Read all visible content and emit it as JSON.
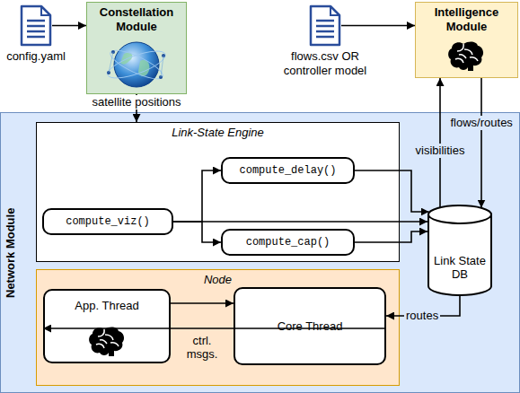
{
  "diagram": {
    "nodes": [
      {
        "text": [
          "config.yaml"
        ]
      },
      {
        "text": [
          "Constellation Module"
        ]
      },
      {
        "text": [
          "flows.csv OR controller model"
        ]
      },
      {
        "text": [
          "Intelligence Module"
        ]
      },
      {
        "text": [
          "Network Module"
        ]
      },
      {
        "text": [
          "Link-State Engine"
        ],
        "in": 4
      },
      {
        "text": [
          "compute_viz()"
        ],
        "in": 5
      },
      {
        "text": [
          "compute_delay()"
        ],
        "in": 5
      },
      {
        "text": [
          "compute_cap()"
        ],
        "in": 5
      },
      {
        "text": [
          "Link State DB"
        ],
        "in": 4
      },
      {
        "text": [
          "Node"
        ],
        "in": 4
      },
      {
        "text": [
          "App. Thread"
        ],
        "in": 10
      },
      {
        "text": [
          "Core Thread"
        ],
        "in": 10
      }
    ],
    "edges": [
      {
        "from": 0,
        "to": 1,
        "arrow": "to"
      },
      {
        "from": 1,
        "to": 5,
        "label": "satellite positions",
        "arrow": "to"
      },
      {
        "from": 2,
        "to": 3,
        "arrow": "to"
      },
      {
        "from": 6,
        "to": 7,
        "arrow": "to"
      },
      {
        "from": 6,
        "to": 8,
        "arrow": "to"
      },
      {
        "from": 6,
        "to": 9,
        "arrow": "to"
      },
      {
        "from": 7,
        "to": 9,
        "arrow": "to"
      },
      {
        "from": 8,
        "to": 9,
        "arrow": "to"
      },
      {
        "from": 9,
        "to": 3,
        "label": "visibilities",
        "arrow": "to"
      },
      {
        "from": 3,
        "to": 9,
        "label": "flows/routes",
        "arrow": "to"
      },
      {
        "from": 9,
        "to": 12,
        "label": "routes",
        "arrow": "to"
      },
      {
        "from": 11,
        "to": 12,
        "arrow": "to"
      },
      {
        "from": 12,
        "to": 11,
        "label": "ctrl. msgs.",
        "arrow": "to"
      }
    ]
  }
}
